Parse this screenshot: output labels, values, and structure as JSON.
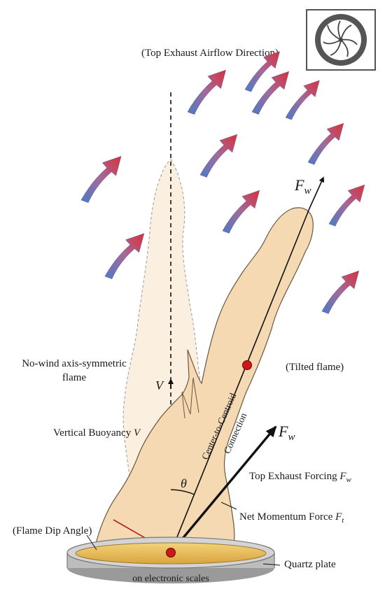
{
  "labels": {
    "airflow_title": "(Top Exhaust Airflow Direction)",
    "no_wind_line1": "No-wind axis-symmetric",
    "no_wind_line2": "flame",
    "vertical_buoyancy": "Vertical Buoyancy",
    "vertical_buoyancy_symbol": "V",
    "tilted_flame": "(Tilted flame)",
    "center_line1": "Center-to-Centroid",
    "center_line2": "Connection",
    "top_exhaust_forcing": "Top Exhaust Forcing",
    "net_momentum": "Net Momentum Force",
    "flame_dip_angle": "(Flame Dip Angle)",
    "quartz_plate": "Quartz plate",
    "electronic_scales": "on electronic scales",
    "theta": "θ",
    "v_arrow": "V",
    "fw_top": "F",
    "fw_mid": "F",
    "w_sub": "w",
    "t_sub": "t"
  },
  "icons": {
    "fan": "exhaust-fan-icon",
    "airflow_arrow": "airflow-arrow-icon"
  },
  "colors": {
    "arrow_tail": "#4a7bc8",
    "arrow_head": "#d9303a",
    "tilted_flame_fill": "#f5d9b3",
    "ghost_flame_fill": "#fbefe0",
    "centroid": "#cc1818",
    "dip_line": "#b02020",
    "plate_fill": "#e7b950"
  }
}
